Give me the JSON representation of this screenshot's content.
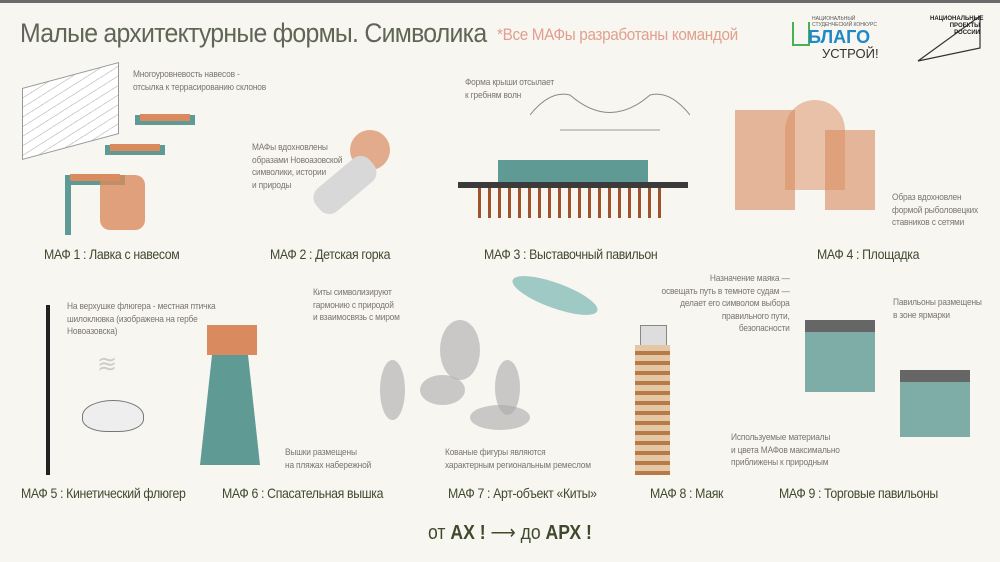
{
  "header": {
    "title": "Малые архитектурные формы. Символика",
    "subtitle": "*Все МАФы разработаны командой"
  },
  "logos": {
    "blago": {
      "top_small": "НАЦИОНАЛЬНЫЙ СТУДЕНЧЕСКИЙ КОНКУРС",
      "word1": "БЛАГО",
      "word2": "УСТРОЙ!"
    },
    "national_projects": "НАЦИОНАЛЬНЫЕ ПРОЕКТЫ РОССИИ"
  },
  "items": [
    {
      "label": "МАФ 1 : Лавка с навесом",
      "note": "Многоуровневость навесов -\nотсылка к террасированию склонов"
    },
    {
      "label": "МАФ 2 : Детская горка",
      "note": "МАФы вдохновлены\nобразами Новоазовской\nсимволики, истории\n и природы"
    },
    {
      "label": "МАФ 3 : Выставочный павильон",
      "note": "Форма крыши отсылает\nк гребням волн"
    },
    {
      "label": "МАФ 4 : Площадка",
      "note": "Образ вдохновлен\nформой рыболовецких\nставников с сетями"
    },
    {
      "label": "МАФ 5 : Кинетический флюгер",
      "note": "На верхушке флюгера - местная птичка\nшилоклювка (изображена на гербе\nНовоазовска)"
    },
    {
      "label": "МАФ 6 : Спасательная вышка",
      "note": "Вышки размещены\nна пляжах набережной"
    },
    {
      "label": "МАФ 7 : Арт-объект «Киты»",
      "note": "Киты символизируют\nгармонию с природой\nи взаимосвязь с миром",
      "note2": "Кованые фигуры являются\nхарактерным региональным ремеслом"
    },
    {
      "label": "МАФ 8 : Маяк",
      "note": "Назначение маяка —\nосвещать путь в темноте судам —\nделает его символом выбора\nправильного пути,\nбезопасности",
      "note2": "Используемые материалы\nи цвета МАФов максимально\nприближены к природным"
    },
    {
      "label": "МАФ 9 : Торговые павильоны",
      "note": "Павильоны размещены\nв зоне ярмарки"
    }
  ],
  "slogan": {
    "from": "от",
    "ax": "АХ !",
    "arrow": "⟶",
    "to": "до",
    "arx": "АРХ !"
  },
  "colors": {
    "accent_teal": "#5f9a95",
    "wood": "#d98b5f",
    "label": "#3f4a2d",
    "subtitle": "#e0a08d"
  }
}
